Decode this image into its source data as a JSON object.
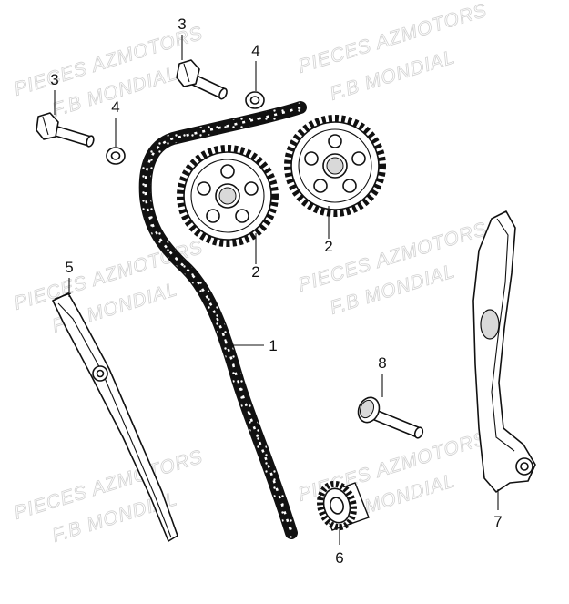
{
  "watermark": {
    "line1": "PIECES AZMOTORS",
    "line2": "F.B MONDIAL"
  },
  "callouts": {
    "chain": "1",
    "sprocket_left": "2",
    "sprocket_right": "2",
    "bolt_top": "3",
    "bolt_left": "3",
    "washer_top": "4",
    "washer_left": "4",
    "guide_left": "5",
    "tensioner_gear": "6",
    "tensioner_slider": "7",
    "pivot_pin": "8"
  },
  "colors": {
    "line": "#111111",
    "fill": "#ffffff",
    "shade": "#d9d9d9",
    "watermark": "#d2d2d2"
  }
}
